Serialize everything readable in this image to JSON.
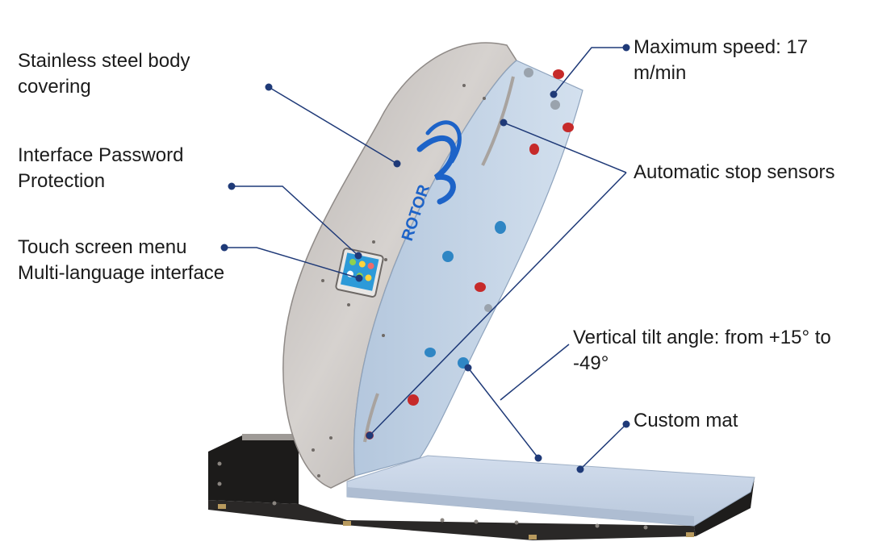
{
  "colors": {
    "leader": "#1f3a78",
    "wall_shell": "#c9c5c2",
    "wall_face": "#c2d3e6",
    "frame": "#1c1b1a",
    "mat": "#c9d6e6",
    "hold_red": "#c62a2a",
    "hold_blue": "#2f86c4",
    "logo": "#1d63c8"
  },
  "brand_logo_text": "ROTOR",
  "labels": {
    "body": {
      "line1": "Stainless steel body",
      "line2": "covering"
    },
    "password": {
      "line1": "Interface Password",
      "line2": "Protection"
    },
    "touch": {
      "line1": "Touch screen menu",
      "line2": "Multi-language interface"
    },
    "speed": {
      "line1": "Maximum speed: 17",
      "line2": "m/min"
    },
    "sensors": {
      "line1": "Automatic stop sensors"
    },
    "tilt": {
      "line1": "Vertical tilt angle: from +15° to",
      "line2": "-49°"
    },
    "mat": {
      "line1": "Custom mat"
    }
  }
}
